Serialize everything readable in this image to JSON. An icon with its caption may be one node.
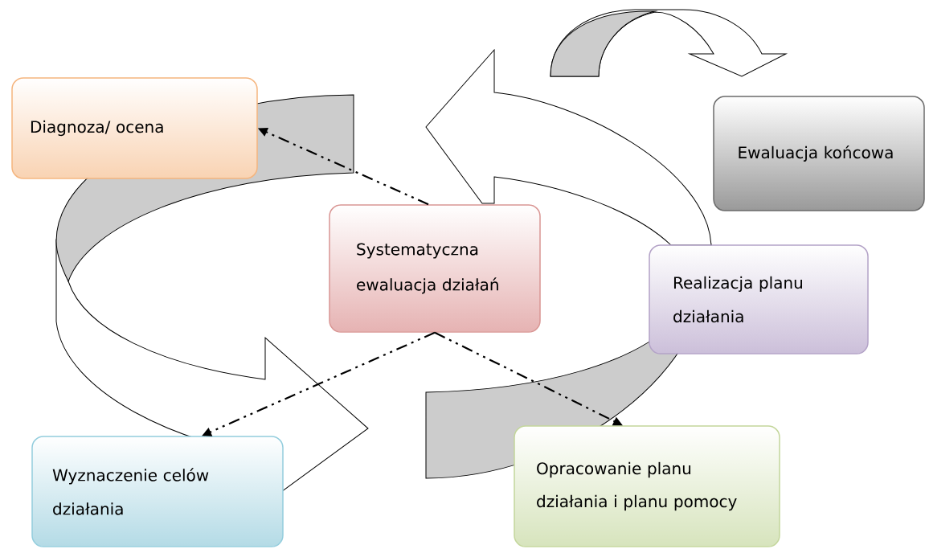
{
  "diagram": {
    "nodes": [
      {
        "text": [
          "Diagnoza/ ocena"
        ]
      },
      {
        "text": [
          "Ewaluacja końcowa"
        ]
      },
      {
        "text": [
          "Systematyczna ewaluacja działań"
        ]
      },
      {
        "text": [
          "Realizacja planu działania"
        ]
      },
      {
        "text": [
          "Wyznaczenie celów działania"
        ]
      },
      {
        "text": [
          "Opracowanie planu działania i planu pomocy"
        ]
      }
    ],
    "edges": [
      {
        "from": 2,
        "to": 0,
        "arrow": "to",
        "style": "dashed"
      },
      {
        "from": 2,
        "to": 4,
        "arrow": "to",
        "style": "dashed"
      },
      {
        "from": 2,
        "to": 5,
        "arrow": "to",
        "style": "dashed"
      }
    ]
  }
}
